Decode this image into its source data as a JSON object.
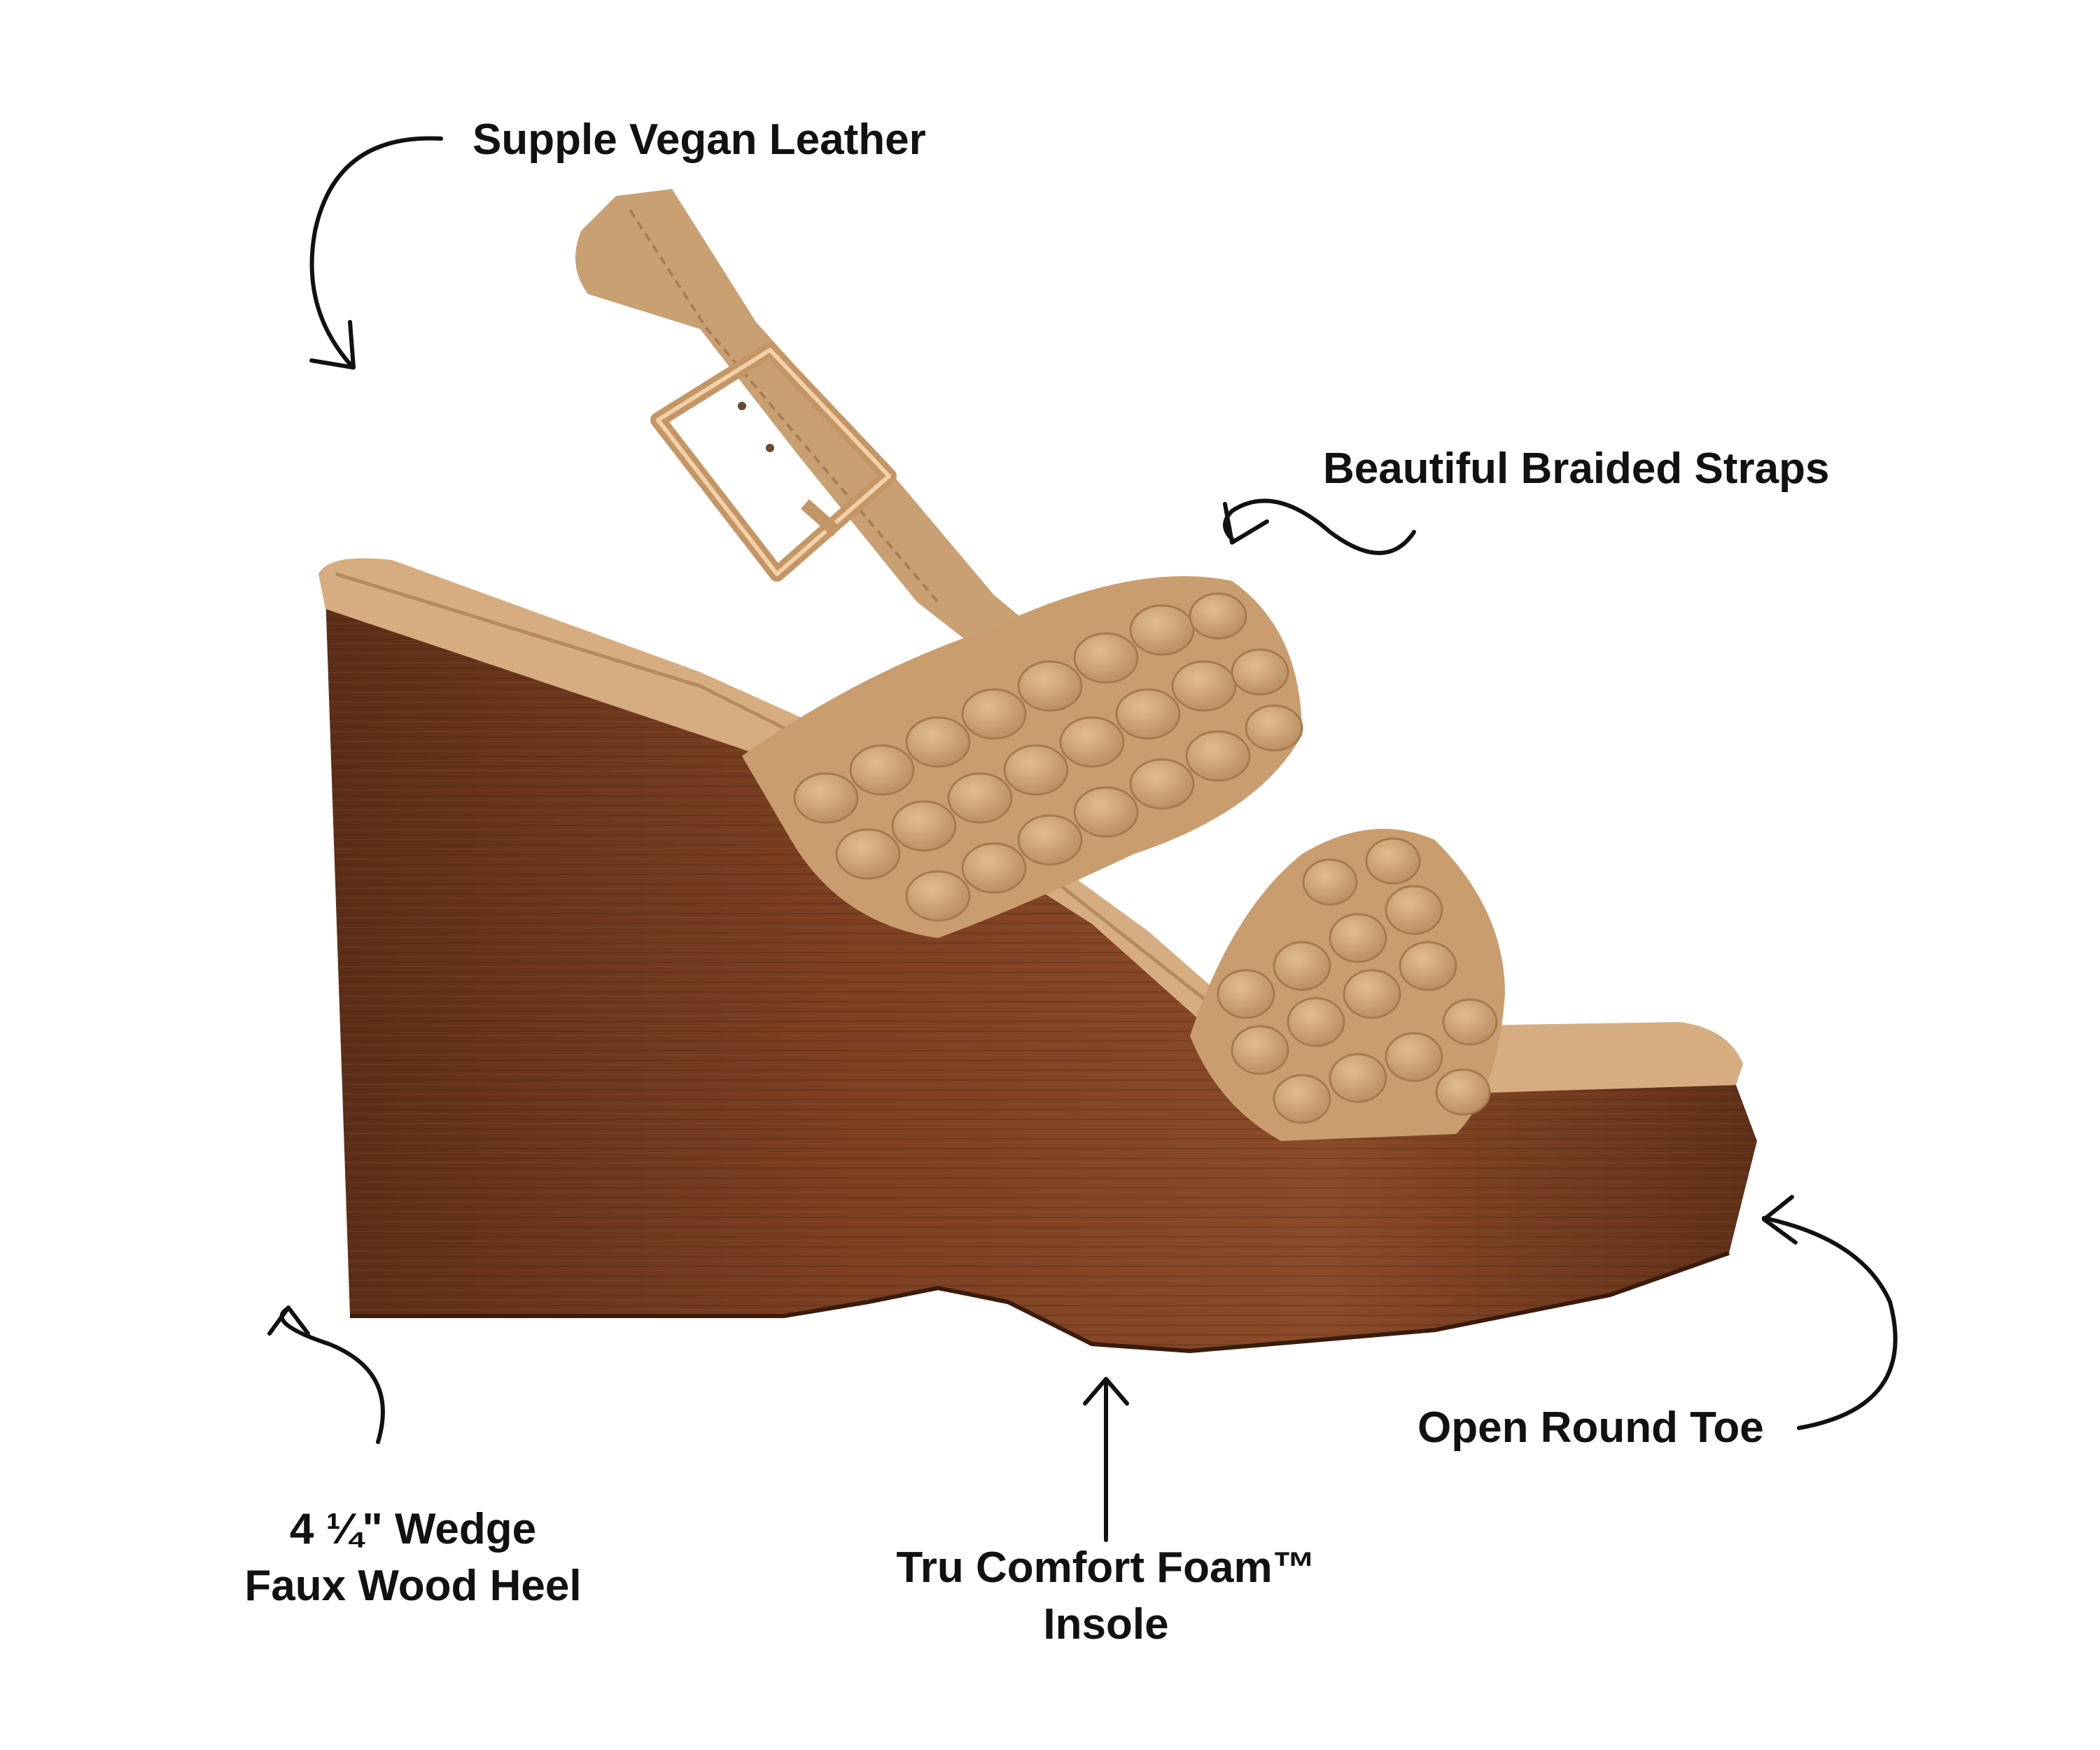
{
  "callouts": {
    "vegan_leather": "Supple Vegan Leather",
    "braided_straps": "Beautiful Braided Straps",
    "open_round_toe": "Open Round Toe",
    "wedge_line1": "4 ¼\" Wedge",
    "wedge_line2": "Faux Wood Heel",
    "insole_line1": "Tru Comfort Foam™",
    "insole_line2": "Insole"
  },
  "colors": {
    "background": "#ffffff",
    "text": "#111111",
    "wood_dark": "#5a2e18",
    "wood_mid": "#7a3f22",
    "tan_strap": "#caa074",
    "tan_light": "#d8b185",
    "buckle_gold": "#c89a6a"
  }
}
